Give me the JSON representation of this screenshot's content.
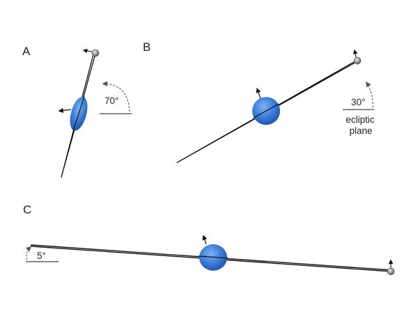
{
  "panels": {
    "a": {
      "label": "A",
      "angle": "70°"
    },
    "b": {
      "label": "B",
      "angle": "30°",
      "plane_line1": "ecliptic",
      "plane_line2": "plane"
    },
    "c": {
      "label": "C",
      "angle": "5°"
    }
  },
  "colors": {
    "body_blue": "#3f7fd9",
    "body_dark": "#1f56b0",
    "stroke": "#111111",
    "ball_gray": "#9a9a9a",
    "arc_gray": "#555555"
  }
}
